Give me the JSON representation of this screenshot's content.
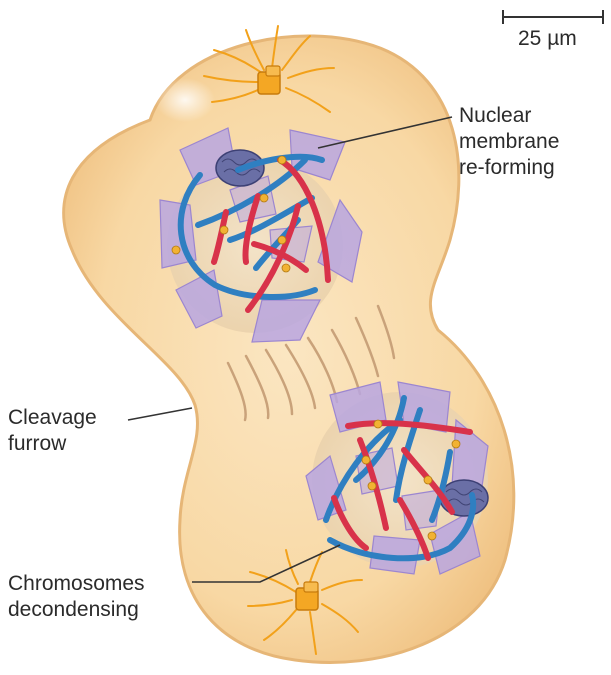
{
  "scale_bar": {
    "text": "25 µm"
  },
  "labels": {
    "nuclear_membrane": [
      "Nuclear",
      "membrane",
      "re-forming"
    ],
    "cleavage_furrow": [
      "Cleavage",
      "furrow"
    ],
    "chromosomes": [
      "Chromosomes",
      "decondensing"
    ]
  },
  "colors": {
    "cytoplasm": "#f8d8a4",
    "cytoplasm_edge": "#e9b877",
    "nuclear_membrane": "#b9a6e0",
    "chromosome_blue": "#2f7fc1",
    "chromosome_red": "#d8324a",
    "centrosome": "#f2a11a",
    "spindle": "#c9a27a"
  }
}
